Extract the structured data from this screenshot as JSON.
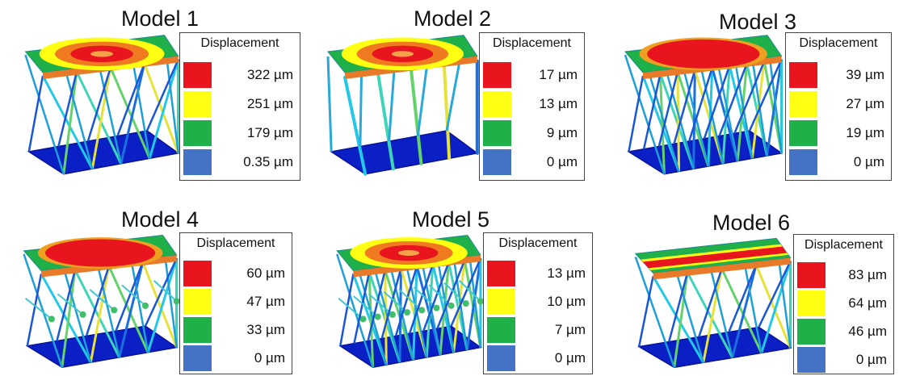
{
  "legend_colors": {
    "red": "#e8141e",
    "yellow": "#ffff14",
    "green": "#20b04a",
    "blue": "#4472c4"
  },
  "panels": [
    {
      "title": "Model 1",
      "legend_title": "Displacement",
      "values": [
        "322 µm",
        "251 µm",
        "179 µm",
        "0.35 µm"
      ],
      "lattice": "cross-x",
      "top_contour": "radial"
    },
    {
      "title": "Model 2",
      "legend_title": "Displacement",
      "values": [
        "17 µm",
        "13 µm",
        "9 µm",
        "0 µm"
      ],
      "lattice": "vertical-posts",
      "top_contour": "radial-wavy"
    },
    {
      "title": "Model 3",
      "legend_title": "Displacement",
      "values": [
        "39 µm",
        "27 µm",
        "19 µm",
        "0 µm"
      ],
      "lattice": "dense-cross",
      "top_contour": "broad"
    },
    {
      "title": "Model 4",
      "legend_title": "Displacement",
      "values": [
        "60 µm",
        "47 µm",
        "33 µm",
        "0 µm"
      ],
      "lattice": "octet",
      "top_contour": "broad"
    },
    {
      "title": "Model 5",
      "legend_title": "Displacement",
      "values": [
        "13 µm",
        "10 µm",
        "7 µm",
        "0 µm"
      ],
      "lattice": "dense-octet",
      "top_contour": "radial"
    },
    {
      "title": "Model 6",
      "legend_title": "Displacement",
      "values": [
        "83 µm",
        "64 µm",
        "46 µm",
        "0 µm"
      ],
      "lattice": "cross-x",
      "top_contour": "band"
    }
  ]
}
